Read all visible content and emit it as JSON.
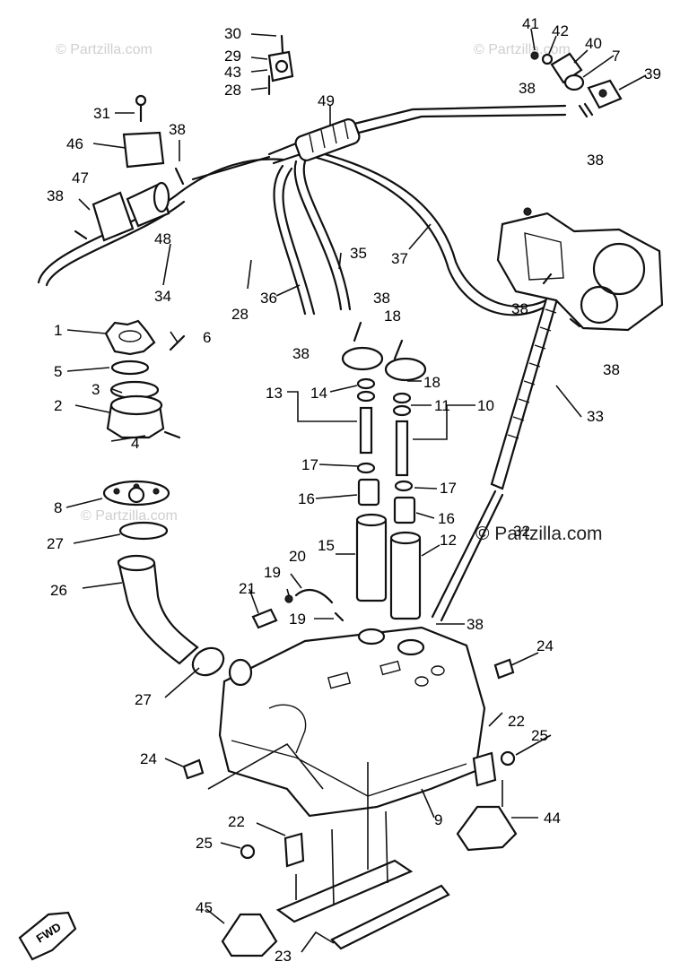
{
  "watermarks": {
    "top_left": "© Partzilla.com",
    "top_right": "© Partzilla.com",
    "mid_left": "© Partzilla.com",
    "main": "© Partzilla.com"
  },
  "direction_marker": "FWD",
  "callouts": {
    "c30": "30",
    "c29": "29",
    "c43": "43",
    "c28a": "28",
    "c41": "41",
    "c42": "42",
    "c40": "40",
    "c7": "7",
    "c39": "39",
    "c38_tr1": "38",
    "c38_tr2": "38",
    "c31": "31",
    "c46": "46",
    "c38_l1": "38",
    "c47": "47",
    "c38_l2": "38",
    "c48": "48",
    "c49": "49",
    "c34": "34",
    "c28b": "28",
    "c36": "36",
    "c35": "35",
    "c37": "37",
    "c38_mid1": "38",
    "c38_mid2": "38",
    "c38_carb1": "38",
    "c38_carb2": "38",
    "c1": "1",
    "c6": "6",
    "c5": "5",
    "c3": "3",
    "c2": "2",
    "c4": "4",
    "c13": "13",
    "c14": "14",
    "c18a": "18",
    "c18b": "18",
    "c11": "11",
    "c10": "10",
    "c33": "33",
    "c17a": "17",
    "c17b": "17",
    "c16a": "16",
    "c16b": "16",
    "c8": "8",
    "c27a": "27",
    "c32": "32",
    "c15": "15",
    "c12": "12",
    "c20": "20",
    "c26": "26",
    "c19a": "19",
    "c21": "21",
    "c19b": "19",
    "c38_bot": "38",
    "c24a": "24",
    "c27b": "27",
    "c22a": "22",
    "c25a": "25",
    "c24b": "24",
    "c9": "9",
    "c44": "44",
    "c22b": "22",
    "c25b": "25",
    "c45": "45",
    "c23": "23"
  }
}
